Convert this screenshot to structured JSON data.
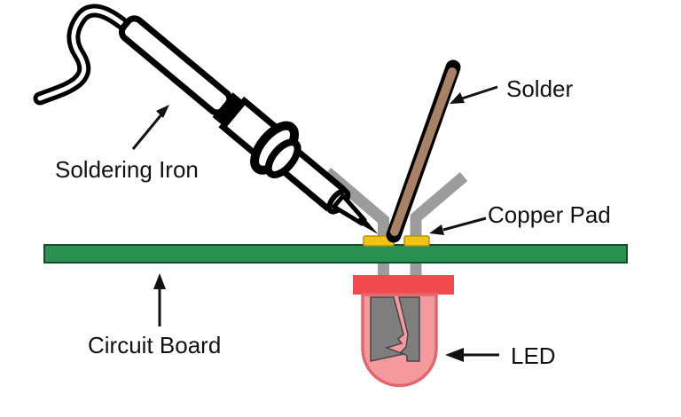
{
  "diagram": {
    "labels": {
      "soldering_iron": "Soldering Iron",
      "solder": "Solder",
      "copper_pad": "Copper Pad",
      "circuit_board": "Circuit Board",
      "led": "LED"
    },
    "colors": {
      "background": "#FFFFFF",
      "outline": "#000000",
      "arrow": "#111111",
      "board_green": "#2B9153",
      "board_border": "#174D2C",
      "pad_gold": "#F0C315",
      "pad_border": "#B8930A",
      "lead_gray": "#9C9C9C",
      "solder_brown": "#A98165",
      "led_flange_red": "#F14A4F",
      "led_body_pink": "#F49A9E",
      "led_body_border": "#E2676C",
      "led_die_gray": "#7E7E7E",
      "led_die_border": "#474747"
    }
  }
}
